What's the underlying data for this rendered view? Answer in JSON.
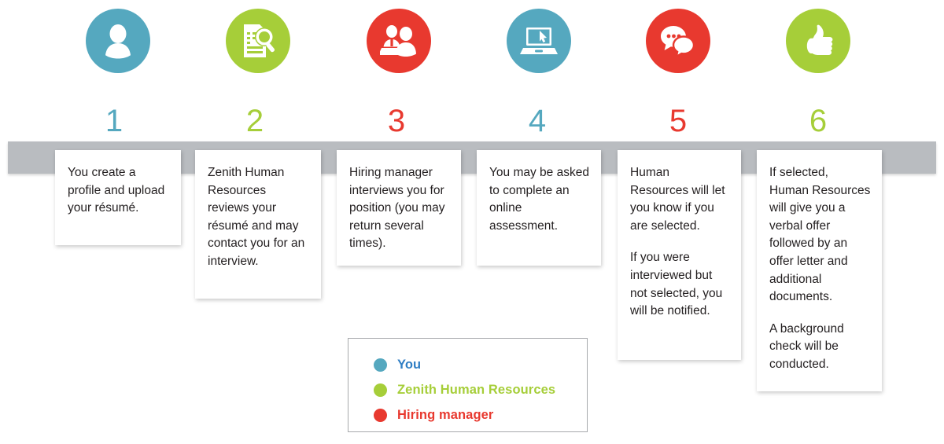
{
  "palette": {
    "blue": "#55a8bf",
    "green": "#a6ce39",
    "red": "#e8392f",
    "legend_blue_text": "#2f7ec4",
    "legend_green_text": "#a6ce39",
    "legend_red_text": "#e8392f",
    "bar_gray": "#b9bcc0",
    "card_text": "#231f20"
  },
  "timeline": {
    "bar_label": "process-timeline-bar",
    "steps": [
      {
        "number": "1",
        "color": "#55a8bf",
        "icon": "user-profile-icon",
        "owner": "You",
        "paragraphs": [
          "You create a profile and upload your résumé."
        ]
      },
      {
        "number": "2",
        "color": "#a6ce39",
        "icon": "document-magnifier-icon",
        "owner": "Zenith Human Resources",
        "paragraphs": [
          "Zenith Human Resources reviews your résumé and may contact you for an interview."
        ]
      },
      {
        "number": "3",
        "color": "#e8392f",
        "icon": "interview-two-people-icon",
        "owner": "Hiring manager",
        "paragraphs": [
          "Hiring manager interviews you for position (you may return several times)."
        ]
      },
      {
        "number": "4",
        "color": "#55a8bf",
        "icon": "laptop-cursor-icon",
        "owner": "You",
        "paragraphs": [
          "You may be asked to complete an online assessment."
        ]
      },
      {
        "number": "5",
        "color": "#e8392f",
        "icon": "speech-bubbles-icon",
        "owner": "Hiring manager",
        "paragraphs": [
          "Human Resources will let you know if you are selected.",
          "If you were interviewed but not selected, you will be notified."
        ]
      },
      {
        "number": "6",
        "color": "#a6ce39",
        "icon": "thumbs-up-icon",
        "owner": "Zenith Human Resources",
        "paragraphs": [
          "If selected, Human Resources will give you a verbal offer followed by an offer letter and additional documents.",
          "A background check will be conducted."
        ]
      }
    ]
  },
  "legend": {
    "items": [
      {
        "label": "You",
        "color": "#55a8bf",
        "text_color": "#2f7ec4"
      },
      {
        "label": "Zenith Human Resources",
        "color": "#a6ce39",
        "text_color": "#a6ce39"
      },
      {
        "label": "Hiring manager",
        "color": "#e8392f",
        "text_color": "#e8392f"
      }
    ]
  }
}
